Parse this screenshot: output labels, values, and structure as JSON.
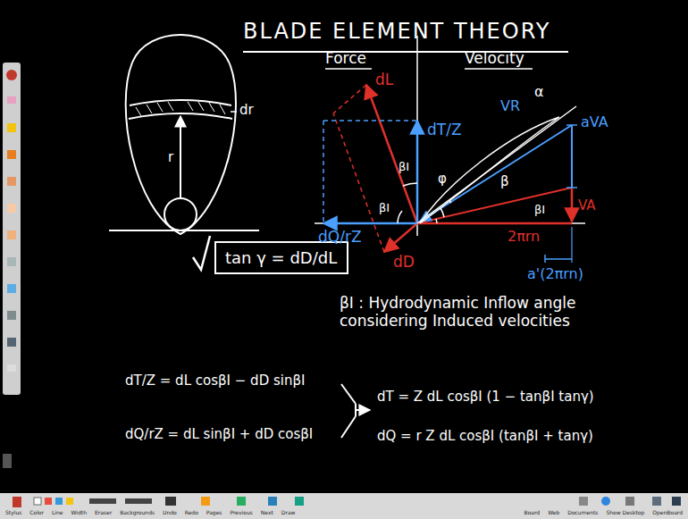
{
  "diagram": {
    "title": "BLADE ELEMENT THEORY",
    "nodes": [
      {
        "text": [
          "tan γ = dD/dL"
        ]
      }
    ],
    "labels": [
      "Force",
      "Velocity",
      "dr",
      "r",
      "dL",
      "dT/Z",
      "βI",
      "α",
      "aVA",
      "VR",
      "φ",
      "β",
      "βI",
      "VA",
      "dQ/rZ",
      "βI",
      "dD",
      "2πrn",
      "a'(2πrn)",
      "βI : Hydrodynamic Inflow angle considering Induced velocities",
      "dT/Z = dL cosβI − dD sinβI",
      "dQ/rZ = dL sinβI + dD cosβI",
      "dT = Z dL cosβI (1 − tanβI tanγ)",
      "dQ = r Z dL cosβI (tanβI + tanγ)",
      "Stylus",
      "Color",
      "Line",
      "Width",
      "Eraser",
      "Backgrounds",
      "Undo",
      "Redo",
      "Pages",
      "Previous",
      "Next",
      "Draw",
      "Board",
      "Web",
      "Documents",
      "Show Desktop",
      "OpenBoard"
    ]
  }
}
